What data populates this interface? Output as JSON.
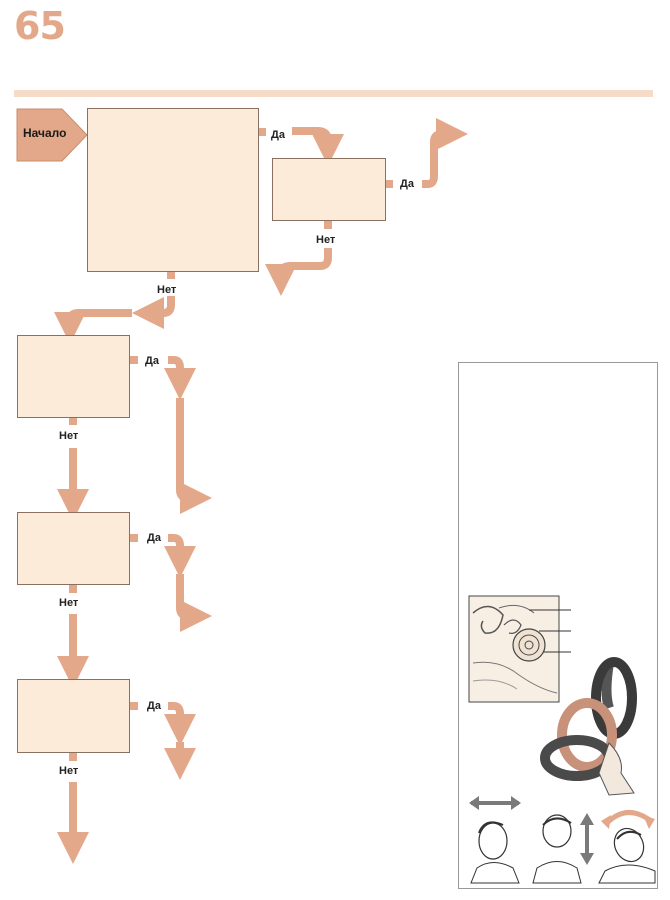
{
  "page": {
    "number": "65"
  },
  "flowchart": {
    "start_label": "Начало",
    "yes_label": "Да",
    "no_label": "Нет"
  },
  "colors": {
    "arrow": "#e3a889",
    "box_fill": "#fdebd9",
    "page_number": "#e3a889",
    "rule": "#f6dcc8"
  },
  "illustration": {
    "icons": [
      "ear-anatomy-icon",
      "semicircular-canals-icon",
      "head-turn-sideways-icon",
      "head-tilt-back-icon",
      "head-rotate-icon"
    ]
  }
}
